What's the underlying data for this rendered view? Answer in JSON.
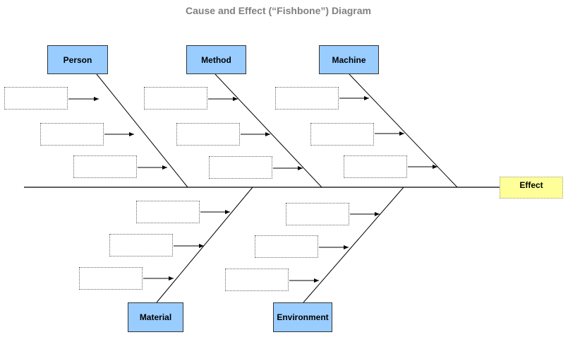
{
  "title": "Cause and Effect (“Fishbone”) Diagram",
  "effect": "Effect",
  "categories": {
    "person": "Person",
    "method": "Method",
    "machine": "Machine",
    "material": "Material",
    "environment": "Environment"
  },
  "colors": {
    "category_fill": "#99ccff",
    "effect_fill": "#ffff99",
    "title_text": "#808080",
    "line": "#000000"
  }
}
